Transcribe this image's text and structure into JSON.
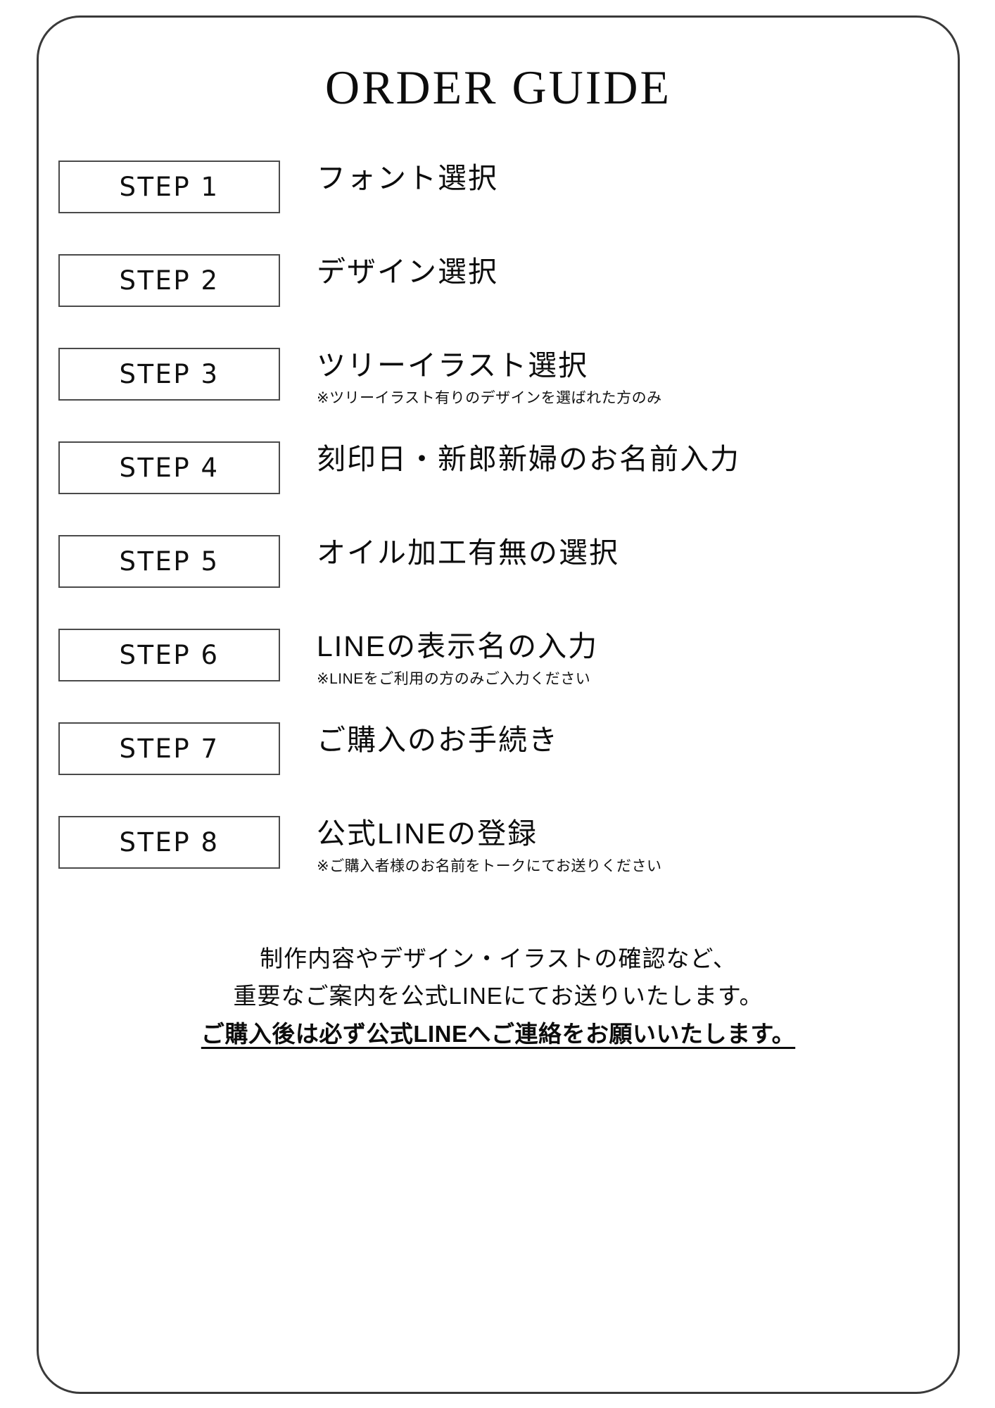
{
  "page": {
    "title": "ORDER GUIDE",
    "border_color": "#3a3a3a",
    "text_color": "#0c0c0c",
    "background": "#ffffff"
  },
  "steps": [
    {
      "box_label": "STEP 1",
      "title": "フォント選択",
      "note": ""
    },
    {
      "box_label": "STEP 2",
      "title": "デザイン選択",
      "note": ""
    },
    {
      "box_label": "STEP 3",
      "title": "ツリーイラスト選択",
      "note": "※ツリーイラスト有りのデザインを選ばれた方のみ"
    },
    {
      "box_label": "STEP 4",
      "title": "刻印日・新郎新婦のお名前入力",
      "note": ""
    },
    {
      "box_label": "STEP 5",
      "title": "オイル加工有無の選択",
      "note": ""
    },
    {
      "box_label": "STEP 6",
      "title": "LINEの表示名の入力",
      "note": "※LINEをご利用の方のみご入力ください"
    },
    {
      "box_label": "STEP 7",
      "title": "ご購入のお手続き",
      "note": ""
    },
    {
      "box_label": "STEP 8",
      "title": "公式LINEの登録",
      "note": "※ご購入者様のお名前をトークにてお送りください"
    }
  ],
  "footer": {
    "line1": "制作内容やデザイン・イラストの確認など、",
    "line2": "重要なご案内を公式LINEにてお送りいたします。",
    "line3": "ご購入後は必ず公式LINEへご連絡をお願いいたします。"
  }
}
